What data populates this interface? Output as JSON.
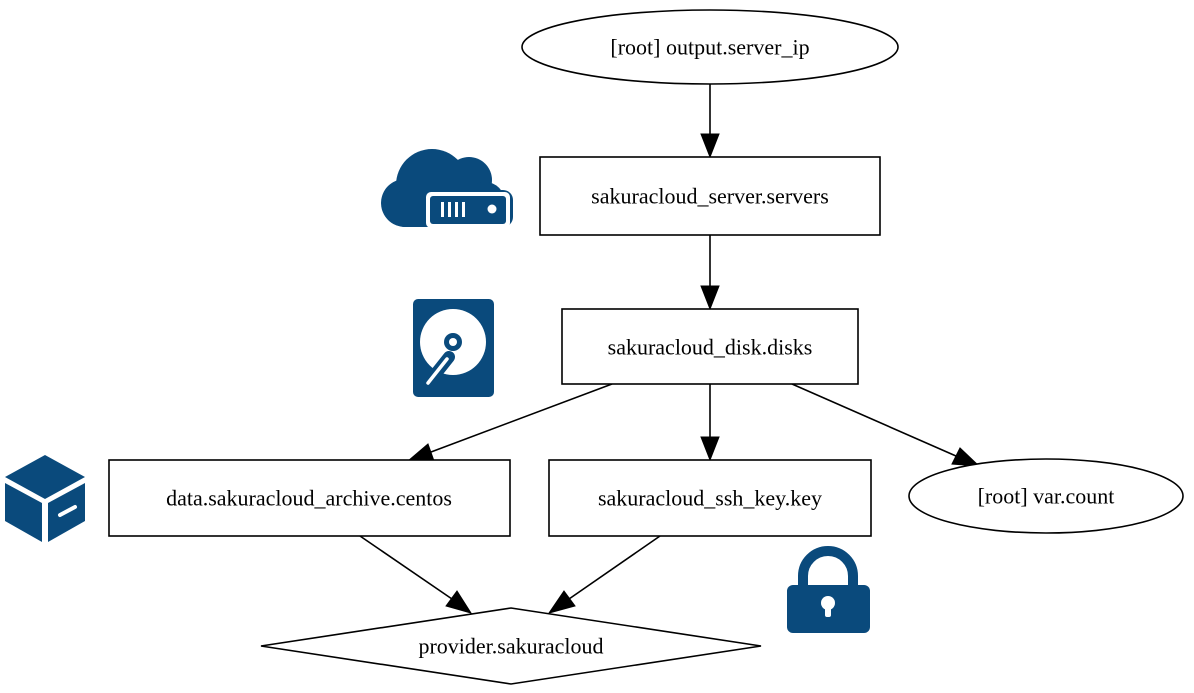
{
  "diagram": {
    "nodes": {
      "output_server_ip": "[root] output.server_ip",
      "server_servers": "sakuracloud_server.servers",
      "disk_disks": "sakuracloud_disk.disks",
      "archive_centos": "data.sakuracloud_archive.centos",
      "ssh_key": "sakuracloud_ssh_key.key",
      "var_count": "[root] var.count",
      "provider": "provider.sakuracloud"
    },
    "icons": {
      "color": "#0a4a7c",
      "server": "cloud-server-icon",
      "disk": "hard-disk-icon",
      "archive": "archive-box-icon",
      "ssh_key": "padlock-icon"
    },
    "edges": [
      [
        "output_server_ip",
        "server_servers"
      ],
      [
        "server_servers",
        "disk_disks"
      ],
      [
        "disk_disks",
        "archive_centos"
      ],
      [
        "disk_disks",
        "ssh_key"
      ],
      [
        "disk_disks",
        "var_count"
      ],
      [
        "archive_centos",
        "provider"
      ],
      [
        "ssh_key",
        "provider"
      ]
    ]
  }
}
